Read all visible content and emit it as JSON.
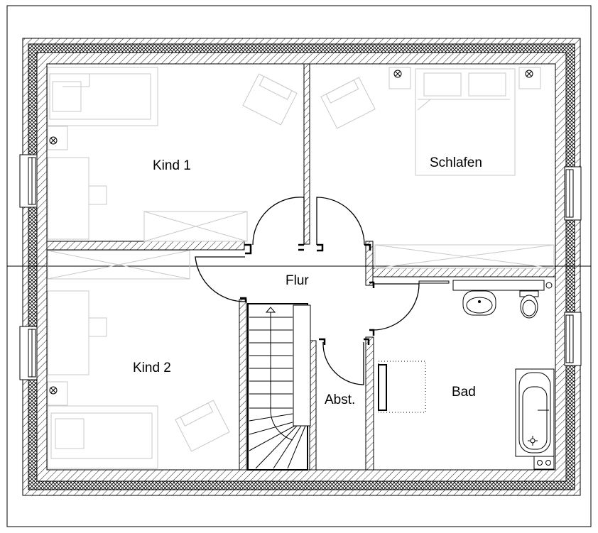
{
  "plan": {
    "rooms": [
      {
        "id": "kind1",
        "label": "Kind 1"
      },
      {
        "id": "schlafen",
        "label": "Schlafen"
      },
      {
        "id": "flur",
        "label": "Flur"
      },
      {
        "id": "kind2",
        "label": "Kind 2"
      },
      {
        "id": "abst",
        "label": "Abst."
      },
      {
        "id": "bad",
        "label": "Bad"
      }
    ],
    "colors": {
      "line": "#000000",
      "furniture": "#c8c8c8",
      "background": "#ffffff"
    }
  }
}
